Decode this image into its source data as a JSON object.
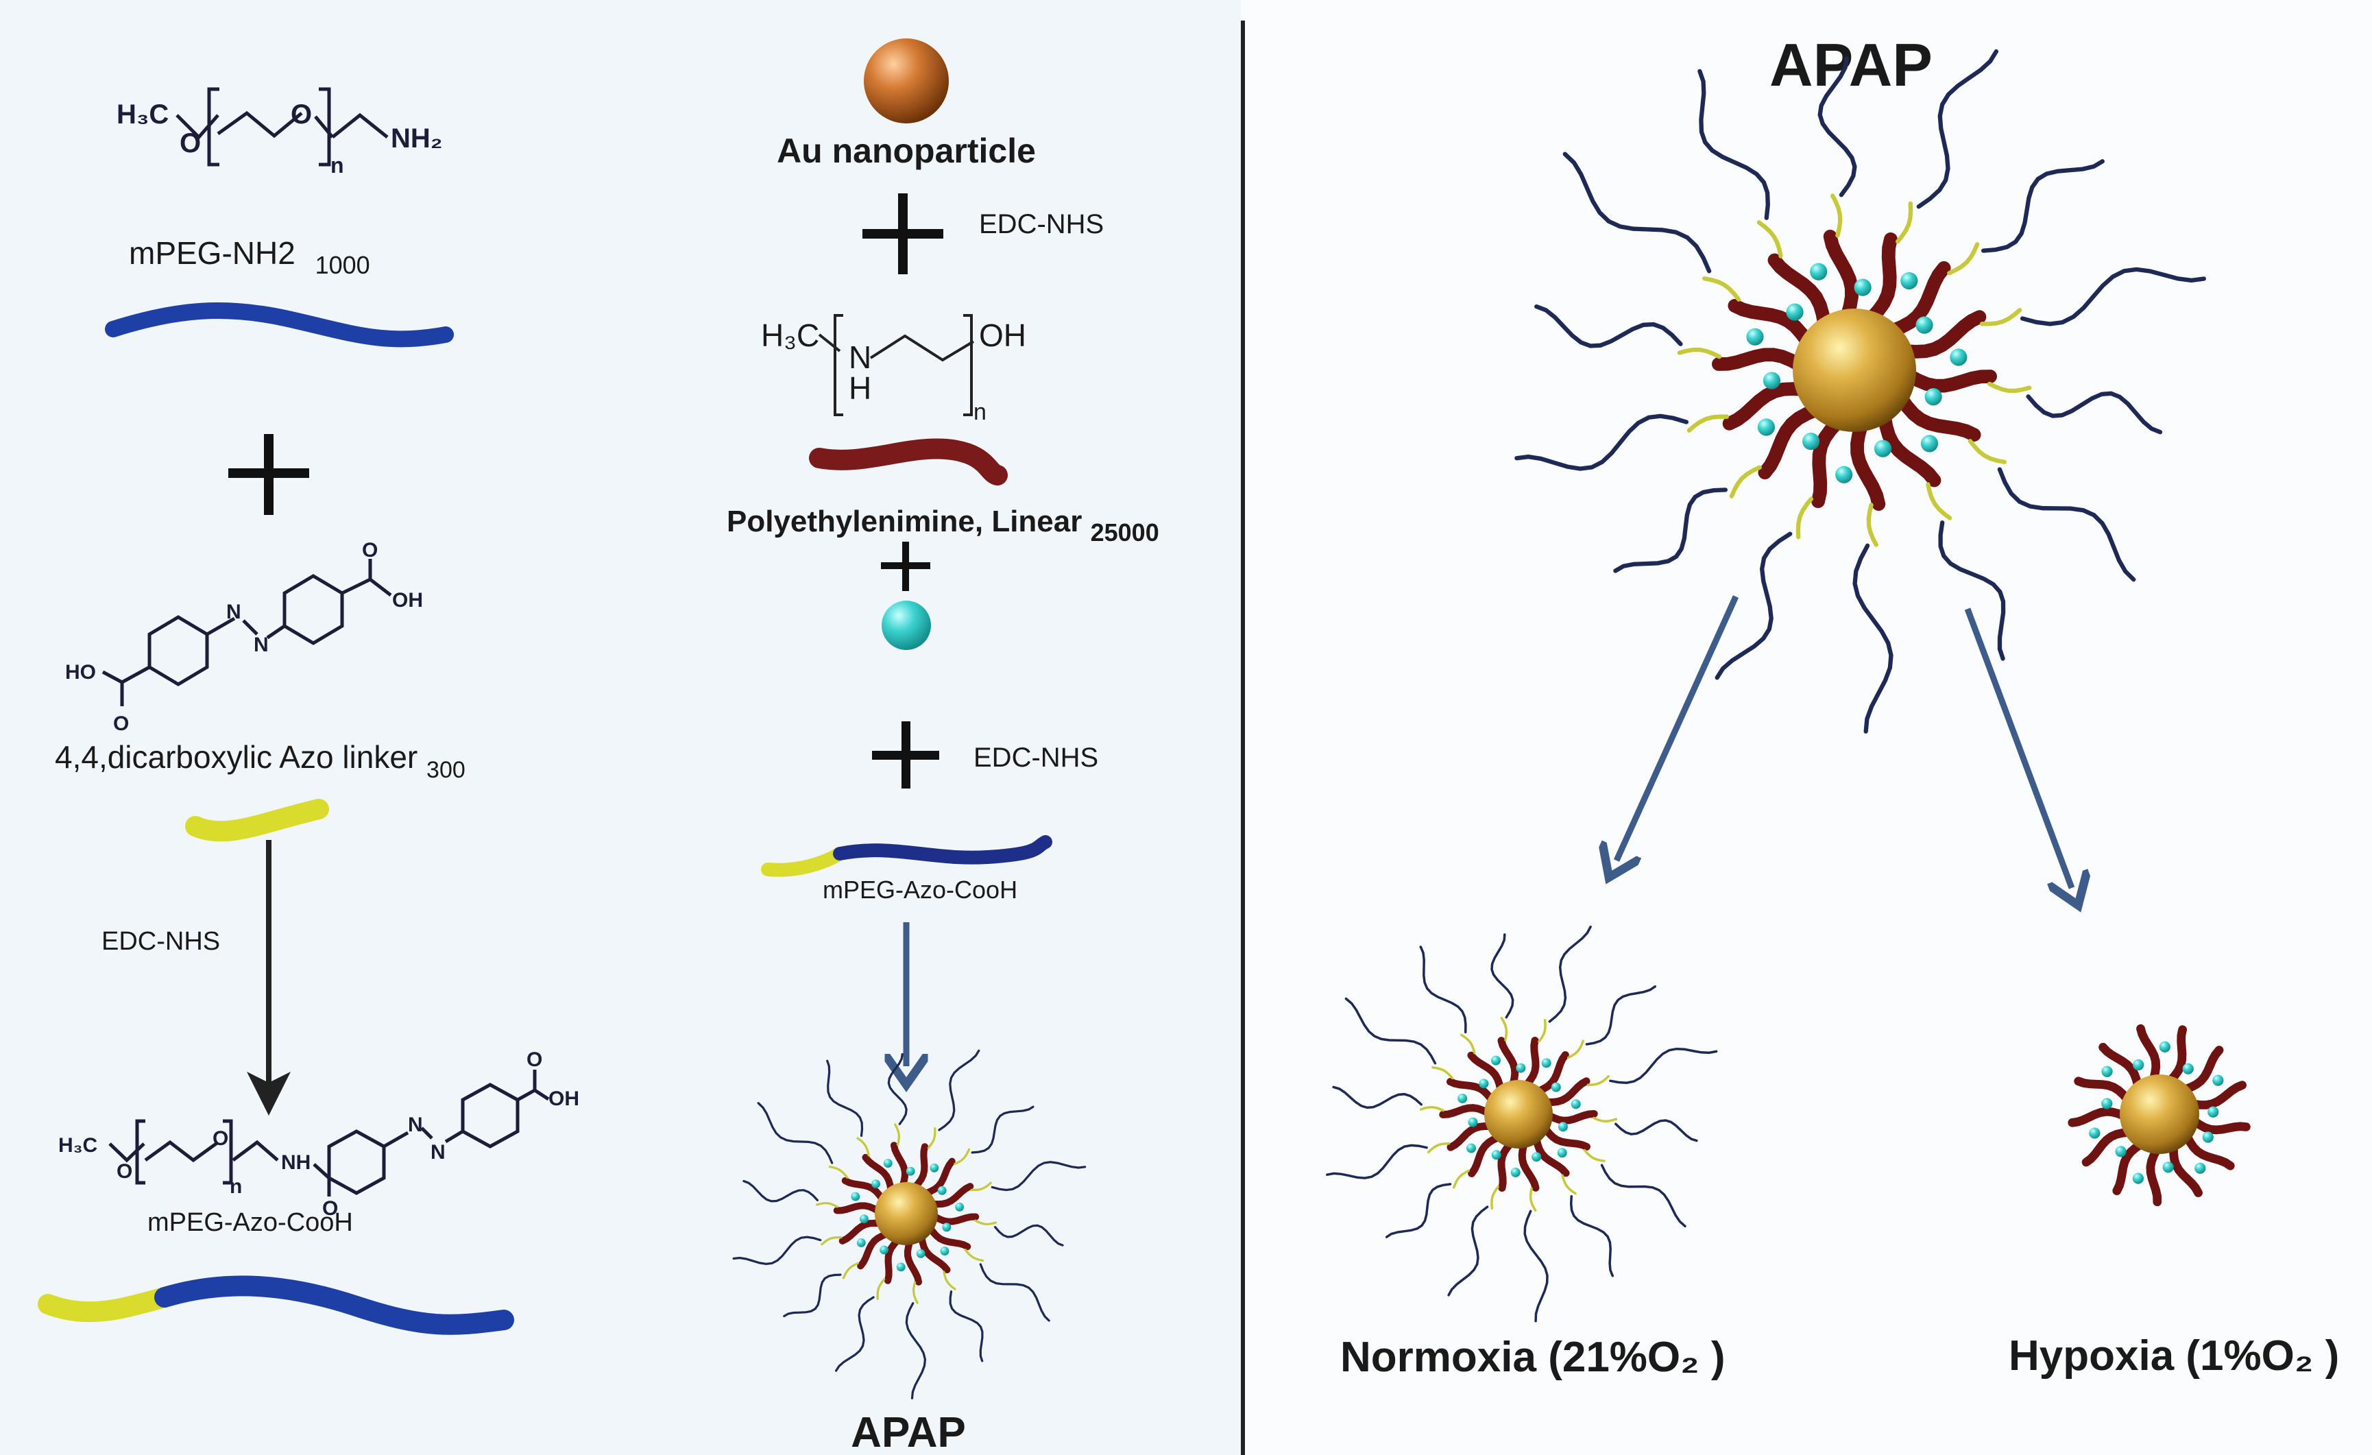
{
  "left_panel": {
    "peg_formula": {
      "h3c": "H₃C",
      "o1": "O",
      "o2": "O",
      "n": "n",
      "nh2": "NH₂"
    },
    "peg_label": {
      "main": "mPEG-NH2",
      "sub": "1000"
    },
    "plus": "+",
    "azo_formula": {
      "ho": "HO",
      "oh": "OH",
      "o1": "O",
      "o2": "O",
      "n1": "N",
      "n2": "N"
    },
    "azo_label": {
      "main": "4,4,dicarboxylic Azo linker",
      "sub": "300"
    },
    "step_label": "EDC-NHS",
    "product_formula": {
      "h3c": "H₃C",
      "o1": "O",
      "o2": "O",
      "n": "n",
      "nh": "NH",
      "n1": "N",
      "n2": "N",
      "o3": "O",
      "o4": "O",
      "oh": "OH"
    },
    "product_label": "mPEG-Azo-CooH"
  },
  "middle_panel": {
    "au_label": "Au nanoparticle",
    "plus": "+",
    "reagent1": "EDC-NHS",
    "pei_formula": {
      "h3c": "H₃C",
      "n": "N",
      "h": "H",
      "oh": "OH",
      "sub_n": "n"
    },
    "pei_label": {
      "main": "Polyethylenimine, Linear",
      "sub": "25000"
    },
    "reagent2": "EDC-NHS",
    "chain_label": "mPEG-Azo-CooH",
    "product_label": "APAP"
  },
  "right_panel": {
    "title": "APAP",
    "normoxia_label": "Normoxia (21%O₂ )",
    "hypoxia_label": "Hypoxia (1%O₂ )"
  },
  "colors": {
    "left_bg": "#f1f6fb",
    "right_bg": "#fafcfe",
    "peg_blue": "#1e3fa6",
    "azo_yellow": "#d9dc2c",
    "pei_red": "#7a1a1a",
    "arm_dark": "#6e1212",
    "tip_navy": "#1e2a55",
    "linker_yellow": "#c6c93a",
    "gold": "#c99a2e",
    "cyan": "#38c7c6",
    "au_bronze": "#c2692a",
    "arrow": "#3e5c8a",
    "divider": "#222222"
  }
}
